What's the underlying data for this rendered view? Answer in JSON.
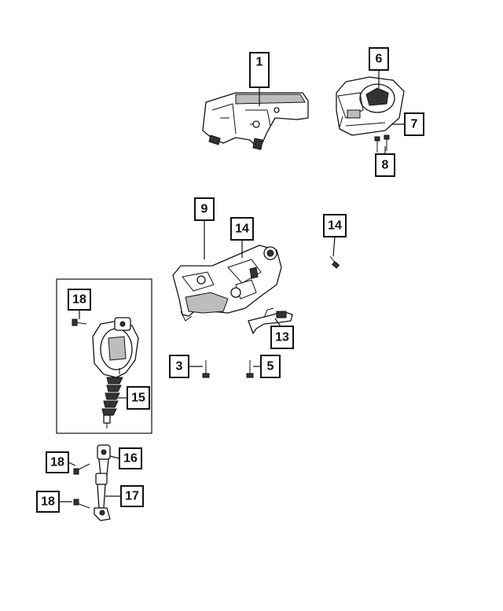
{
  "callouts": {
    "c1": "1",
    "c6": "6",
    "c7": "7",
    "c8": "8",
    "c9": "9",
    "c14a": "14",
    "c14b": "14",
    "c13": "13",
    "c3": "3",
    "c5": "5",
    "c18a": "18",
    "c15": "15",
    "c18b": "18",
    "c16": "16",
    "c18c": "18",
    "c17": "17"
  }
}
